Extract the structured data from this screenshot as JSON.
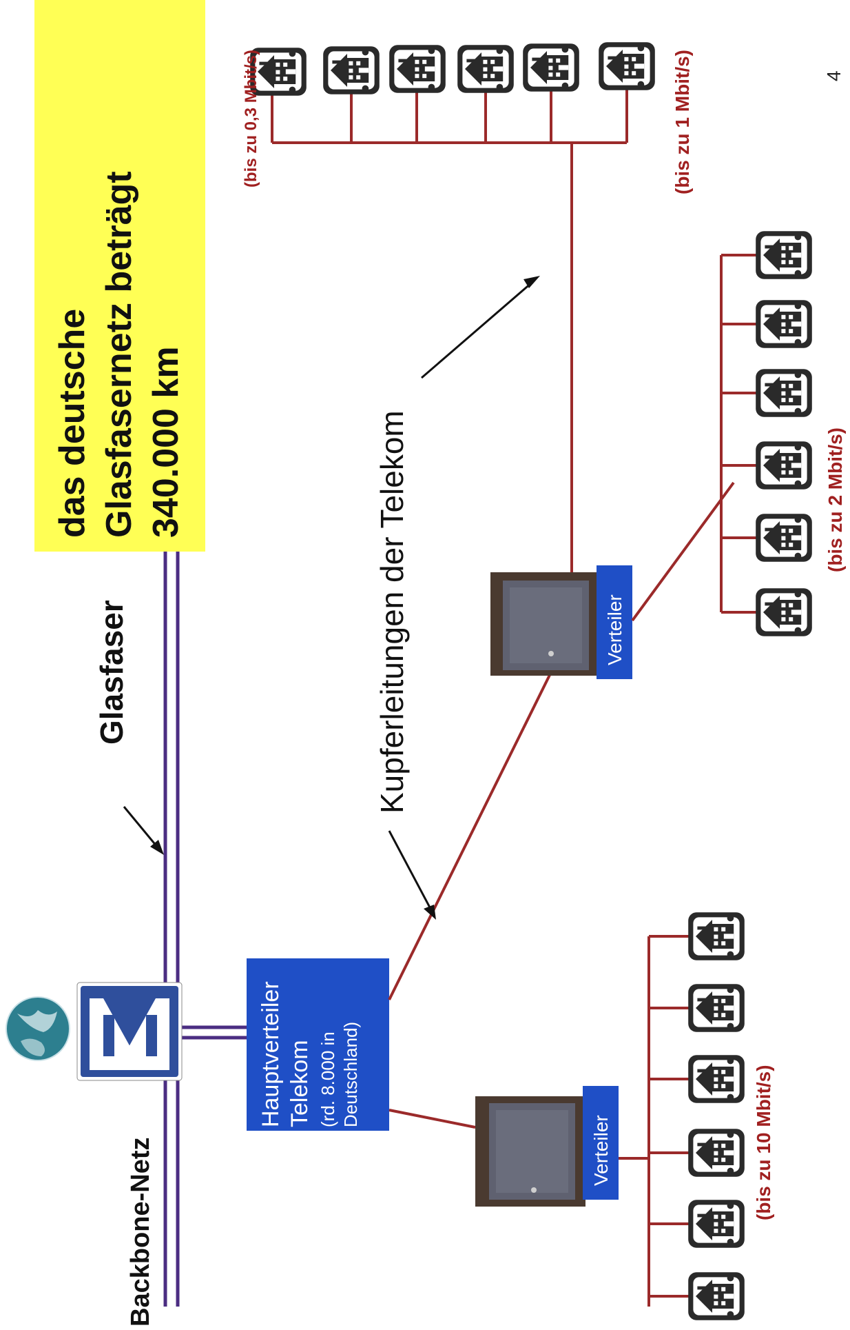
{
  "title": {
    "lines": [
      "das deutsche",
      "Glasfasernetz beträgt",
      "340.000 km"
    ]
  },
  "labels": {
    "glasfaser": "Glasfaser",
    "backbone": "Backbone-Netz",
    "kupfer": "Kupferleitungen der Telekom",
    "hauptverteiler": [
      "Hauptverteiler",
      "Telekom",
      "(rd. 8.000 in",
      "Deutschland)"
    ],
    "verteiler": "Verteiler",
    "speed_top_a": "(bis zu 0,3 Mbit/s)",
    "speed_top_b": "(bis zu 1 Mbit/s)",
    "speed_mid": "(bis zu 2 Mbit/s)",
    "speed_bottom": "(bis zu 10 Mbit/s)",
    "page_number": "4"
  },
  "colors": {
    "highlight": "#ffff55",
    "fiber": "#4b2d82",
    "copper": "#9b2a2a",
    "box_blue": "#1f4fc6",
    "sign_blue": "#2f4f9c",
    "speed_text": "#a02020"
  },
  "icons": [
    "globe-icon",
    "autobahn-sign-icon",
    "house-icon",
    "cabinet-photo"
  ]
}
